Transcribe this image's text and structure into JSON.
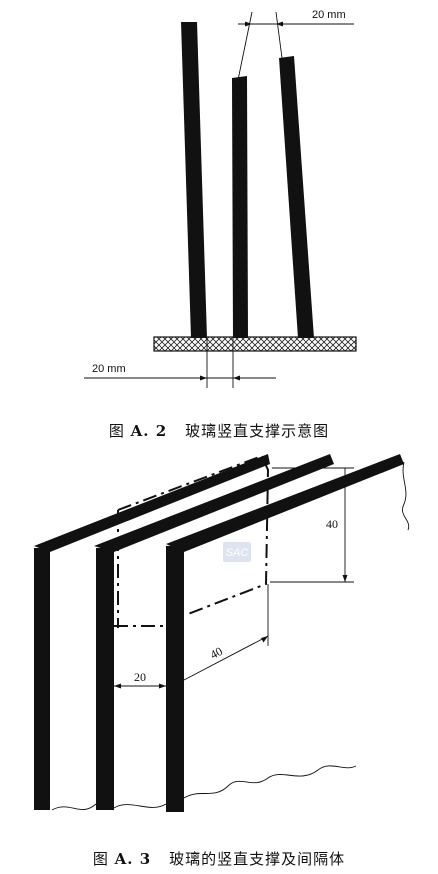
{
  "figure_a2": {
    "dim_top": "20 mm",
    "dim_bottom": "20 mm",
    "caption_label": "图",
    "caption_number": "A. 2",
    "caption_title": "玻璃竖直支撑示意图"
  },
  "figure_a3": {
    "dim_vertical": "40",
    "dim_diagonal": "40",
    "dim_gap": "20",
    "watermark": "SAC",
    "caption_label": "图",
    "caption_number": "A. 3",
    "caption_title": "玻璃的竖直支撑及间隔体"
  }
}
